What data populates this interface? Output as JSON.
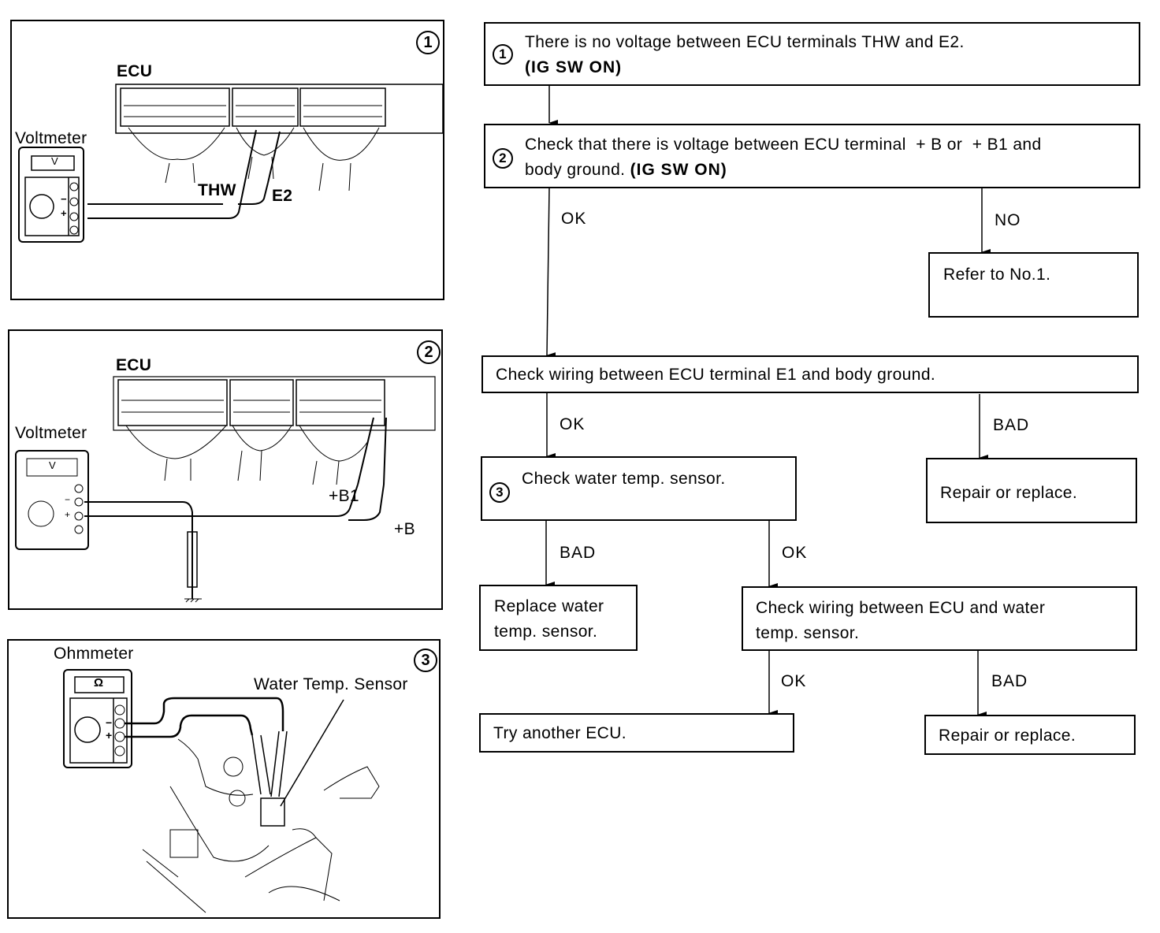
{
  "panels": [
    {
      "number": "1",
      "ecu_label": "ECU",
      "meter_label": "Voltmeter",
      "meter_display": "V",
      "minus": "−",
      "plus": "+",
      "probe_labels": [
        "THW",
        "E2"
      ]
    },
    {
      "number": "2",
      "ecu_label": "ECU",
      "meter_label": "Voltmeter",
      "meter_display": "V",
      "minus": "−",
      "plus": "+",
      "probe_labels": [
        "+B1",
        "+B"
      ]
    },
    {
      "number": "3",
      "meter_label": "Ohmmeter",
      "meter_display": "Ω",
      "minus": "−",
      "plus": "+",
      "sensor_label": "Water Temp. Sensor"
    }
  ],
  "flowchart": {
    "step1": {
      "num": "1",
      "text": "There is no voltage between ECU terminals THW and E2.",
      "bold": "(IG SW ON)"
    },
    "step2": {
      "num": "2",
      "text_line1": "Check that there is voltage between ECU terminal  + B or  + B1 and",
      "text_line2": "body ground. ",
      "bold": "(IG SW ON)"
    },
    "refer": {
      "text": "Refer to No.1."
    },
    "e1_check": {
      "text": "Check wiring between ECU terminal E1 and body ground."
    },
    "step3": {
      "num": "3",
      "text": "Check water temp. sensor."
    },
    "repair1": {
      "text": "Repair or replace."
    },
    "replace_sensor": {
      "line1": "Replace water",
      "line2": "temp. sensor."
    },
    "wiring_check": {
      "line1": "Check wiring between ECU and water",
      "line2": "temp. sensor."
    },
    "try_ecu": {
      "text": "Try another ECU."
    },
    "repair2": {
      "text": "Repair or replace."
    },
    "edges": {
      "s2_ok": "OK",
      "s2_no": "NO",
      "e1_ok": "OK",
      "e1_bad": "BAD",
      "s3_bad": "BAD",
      "s3_ok": "OK",
      "w_ok": "OK",
      "w_bad": "BAD"
    }
  }
}
